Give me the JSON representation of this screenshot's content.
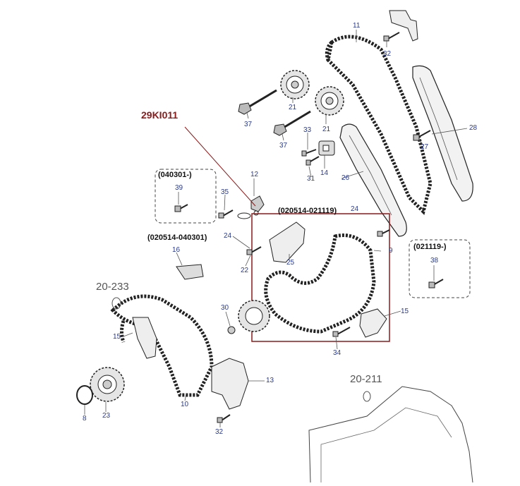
{
  "diagram": {
    "highlight_code": "29KI011",
    "highlight_color": "#8b1a1a",
    "callout_color": "#2a3a8c",
    "callouts": {
      "c11": "11",
      "c32a": "32",
      "c21a": "21",
      "c21b": "21",
      "c37a": "37",
      "c37b": "37",
      "c33": "33",
      "c28": "28",
      "c27": "27",
      "c14": "14",
      "c31": "31",
      "c12": "12",
      "c26": "26",
      "c35": "35",
      "c39": "39",
      "c24a": "24",
      "c24b": "24",
      "c9": "9",
      "c16": "16",
      "c22": "22",
      "c25": "25",
      "c38": "38",
      "c15a": "15",
      "c15b": "15",
      "c30": "30",
      "c34": "34",
      "c13": "13",
      "c10": "10",
      "c8": "8",
      "c23": "23",
      "c32b": "32"
    },
    "variant_dates": {
      "d040301": "(040301-)",
      "d020514_021119": "(020514-021119)",
      "d020514_040301": "(020514-040301)",
      "d021119": "(021119-)"
    },
    "section_refs": {
      "r20_233": "20-233",
      "r20_211": "20-211"
    }
  }
}
